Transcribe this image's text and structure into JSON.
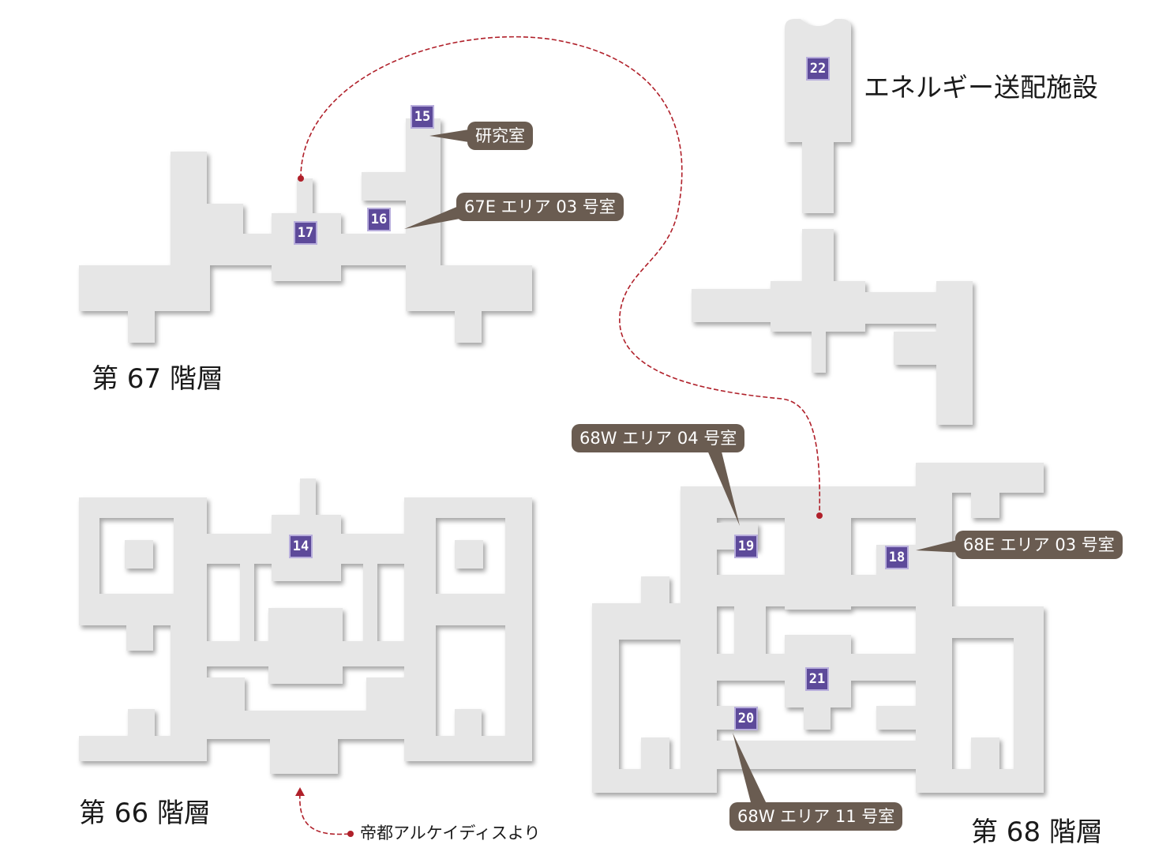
{
  "floors": {
    "f67": "第 67 階層",
    "f66": "第 66 階層",
    "f68": "第 68 階層"
  },
  "facility": "エネルギー送配施設",
  "callouts": {
    "lab": "研究室",
    "e67_03": "67E エリア 03 号室",
    "w68_04": "68W エリア 04 号室",
    "e68_03": "68E エリア 03 号室",
    "w68_11": "68W エリア 11 号室"
  },
  "markers": {
    "m14": "14",
    "m15": "15",
    "m16": "16",
    "m17": "17",
    "m18": "18",
    "m19": "19",
    "m20": "20",
    "m21": "21",
    "m22": "22"
  },
  "origin": "帝都アルケイディスより",
  "colors": {
    "room": "#e6e6e6",
    "callout": "#6a5c51",
    "marker": "#5d4a9a",
    "route": "#b0202a"
  },
  "icons": {
    "marker": "treasure-marker-icon",
    "route_point": "route-point-icon",
    "route_arrow": "route-arrow-icon"
  }
}
